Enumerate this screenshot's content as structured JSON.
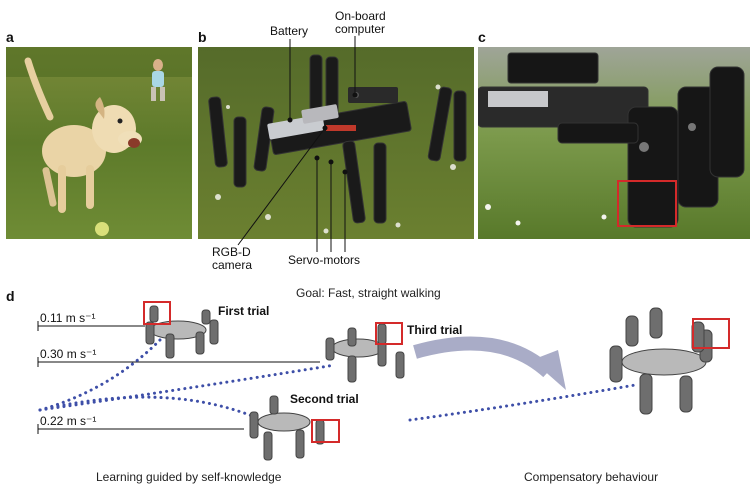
{
  "panels": {
    "a": {
      "letter": "a"
    },
    "b": {
      "letter": "b",
      "labels": {
        "battery": "Battery",
        "computer_line1": "On-board",
        "computer_line2": "computer",
        "camera_line1": "RGB-D",
        "camera_line2": "camera",
        "servos": "Servo-motors"
      }
    },
    "c": {
      "letter": "c"
    },
    "d": {
      "letter": "d",
      "goal": "Goal: Fast, straight walking",
      "trials": {
        "first": "First trial",
        "second": "Second trial",
        "third": "Third trial"
      },
      "speeds": {
        "first": "0.11 m s⁻¹",
        "third": "0.30 m s⁻¹",
        "second": "0.22 m s⁻¹"
      },
      "caption_left": "Learning guided by self-knowledge",
      "caption_right": "Compensatory behaviour"
    }
  },
  "colors": {
    "highlight_box": "#d42a2a",
    "trajectory": "#3e4fa8",
    "arrow": "#a9acc7"
  }
}
